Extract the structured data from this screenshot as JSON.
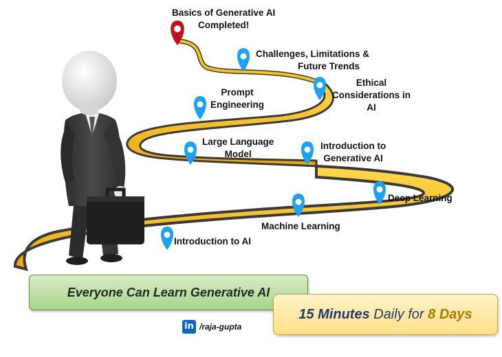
{
  "milestones": {
    "completed": [
      "Basics of Generative  AI",
      "Completed!"
    ],
    "challenges": [
      "Challenges, Limitations &",
      "Future Trends"
    ],
    "ethical": [
      "Ethical",
      "Considerations in",
      "AI"
    ],
    "prompt": [
      "Prompt",
      "Engineering"
    ],
    "llm": [
      "Large Language",
      "Model"
    ],
    "intro_genai": [
      "Introduction to",
      "Generative  AI"
    ],
    "deep_learning": "Deep Learning",
    "machine_learning": "Machine Learning",
    "intro_ai": "Introduction to AI"
  },
  "banner_left": "Everyone Can Learn Generative AI",
  "banner_right": {
    "part1": "15 Minutes",
    "part2": " Daily for ",
    "part3": "8 Days"
  },
  "linkedin": {
    "icon": "in",
    "handle": "/raja-gupta"
  },
  "colors": {
    "path_yellow": "#f7c31c",
    "path_edge": "#333333",
    "pin_blue": "#1da1f2",
    "pin_red": "#c0121b",
    "banner_green": "#b5dc96",
    "banner_yellow": "#ffe399"
  }
}
